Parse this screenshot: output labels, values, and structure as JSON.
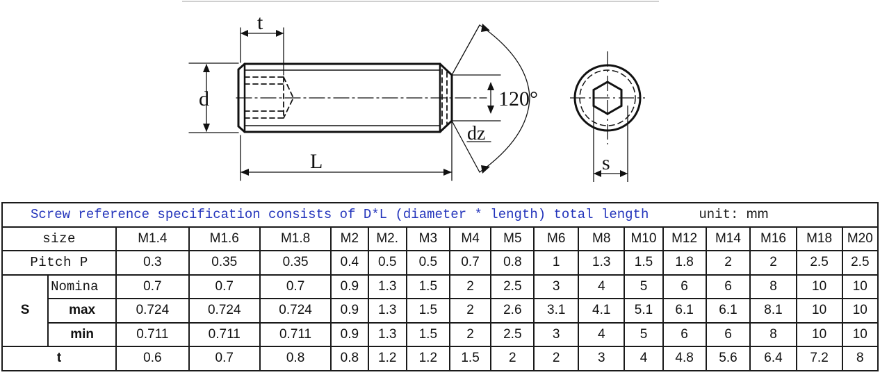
{
  "drawing": {
    "labels": {
      "thread_depth": "t",
      "diameter": "d",
      "length": "L",
      "angle": "120°",
      "point_diameter": "dz",
      "socket_size": "s"
    }
  },
  "table": {
    "caption": "Screw reference specification consists of D*L (diameter * length) total length",
    "unit_label": "unit:",
    "unit_value": "mm",
    "size_label": "size",
    "sizes": [
      "M1.4",
      "M1.6",
      "M1.8",
      "M2",
      "M2.",
      "M3",
      "M4",
      "M5",
      "M6",
      "M8",
      "M10",
      "M12",
      "M14",
      "M16",
      "M18",
      "M20"
    ],
    "pitch_label": "Pitch P",
    "pitch": [
      "0.3",
      "0.35",
      "0.35",
      "0.4",
      "0.5",
      "0.5",
      "0.7",
      "0.8",
      "1",
      "1.3",
      "1.5",
      "1.8",
      "2",
      "2",
      "2.5",
      "2.5"
    ],
    "s_label": "S",
    "nominal_label": "Nomina",
    "nominal": [
      "0.7",
      "0.7",
      "0.7",
      "0.9",
      "1.3",
      "1.5",
      "2",
      "2.5",
      "3",
      "4",
      "5",
      "6",
      "6",
      "8",
      "10",
      "10"
    ],
    "max_label": "max",
    "max": [
      "0.724",
      "0.724",
      "0.724",
      "0.9",
      "1.3",
      "1.5",
      "2",
      "2.6",
      "3.1",
      "4.1",
      "5.1",
      "6.1",
      "6.1",
      "8.1",
      "10",
      "10"
    ],
    "min_label": "min",
    "min": [
      "0.711",
      "0.711",
      "0.711",
      "0.9",
      "1.3",
      "1.5",
      "2",
      "2.5",
      "3",
      "4",
      "5",
      "6",
      "6",
      "8",
      "10",
      "10"
    ],
    "t_label": "t",
    "t": [
      "0.6",
      "0.7",
      "0.8",
      "0.8",
      "1.2",
      "1.2",
      "1.5",
      "2",
      "2",
      "3",
      "4",
      "4.8",
      "5.6",
      "6.4",
      "7.2",
      "8"
    ]
  }
}
